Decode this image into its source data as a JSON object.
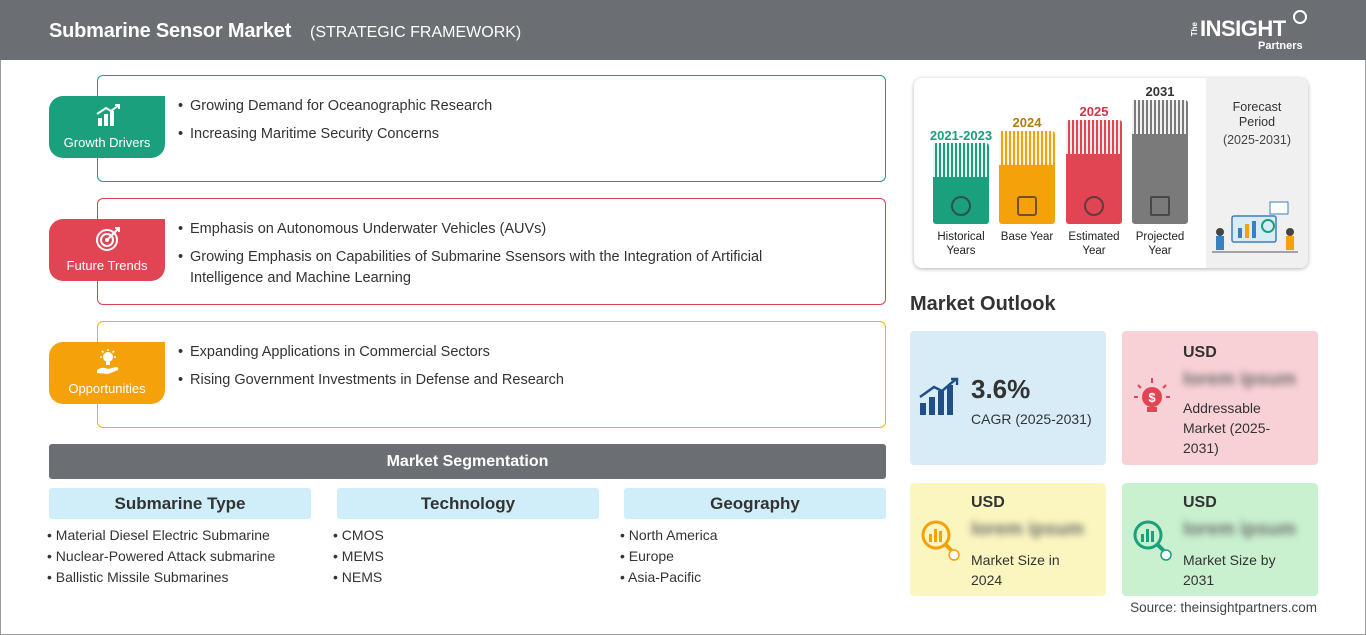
{
  "header": {
    "title": "Submarine Sensor Market",
    "subtitle": "(STRATEGIC FRAMEWORK)",
    "logo": {
      "the": "The",
      "insight": "INSIGHT",
      "partners": "Partners"
    }
  },
  "framework": [
    {
      "badge": "Growth Drivers",
      "icon": "growth-chart-icon",
      "color": "#1aa07c",
      "items": [
        "Growing Demand for Oceanographic Research",
        "Increasing Maritime Security Concerns"
      ]
    },
    {
      "badge": "Future Trends",
      "icon": "target-icon",
      "color": "#e14553",
      "items": [
        "Emphasis on Autonomous Underwater Vehicles (AUVs)",
        "Growing Emphasis on Capabilities of Submarine Ssensors with the Integration of Artificial Intelligence and Machine Learning"
      ]
    },
    {
      "badge": "Opportunities",
      "icon": "lightbulb-hand-icon",
      "color": "#f5a20a",
      "items": [
        "Expanding Applications in Commercial Sectors",
        "Rising Government Investments in Defense and Research"
      ]
    }
  ],
  "segmentation": {
    "title": "Market Segmentation",
    "columns": [
      {
        "header": "Submarine Type",
        "items": [
          "Material Diesel Electric Submarine",
          "Nuclear-Powered Attack submarine",
          "Ballistic Missile Submarines"
        ]
      },
      {
        "header": "Technology",
        "items": [
          "CMOS",
          "MEMS",
          "NEMS"
        ]
      },
      {
        "header": "Geography",
        "items": [
          "North America",
          "Europe",
          "Asia-Pacific"
        ]
      }
    ]
  },
  "timeline": {
    "bars": [
      {
        "year": "2021-2023",
        "label": "Historical Years",
        "color": "#1aa07c"
      },
      {
        "year": "2024",
        "label": "Base Year",
        "color": "#f5a20a"
      },
      {
        "year": "2025",
        "label": "Estimated Year",
        "color": "#e14553"
      },
      {
        "year": "2031",
        "label": "Projected Year",
        "color": "#7a7a7a"
      }
    ],
    "forecast_title": "Forecast Period",
    "forecast_range": "(2025-2031)"
  },
  "outlook": {
    "title": "Market Outlook",
    "cagr_value": "3.6%",
    "cagr_label": "CAGR (2025-2031)",
    "addressable": {
      "usd": "USD",
      "value": "lorem ipsum",
      "label": "Addressable Market (2025-2031)"
    },
    "size_2024": {
      "usd": "USD",
      "value": "lorem ipsum",
      "label": "Market Size in 2024"
    },
    "size_2031": {
      "usd": "USD",
      "value": "lorem ipsum",
      "label": "Market Size by 2031"
    }
  },
  "source": "Source: theinsightpartners.com"
}
